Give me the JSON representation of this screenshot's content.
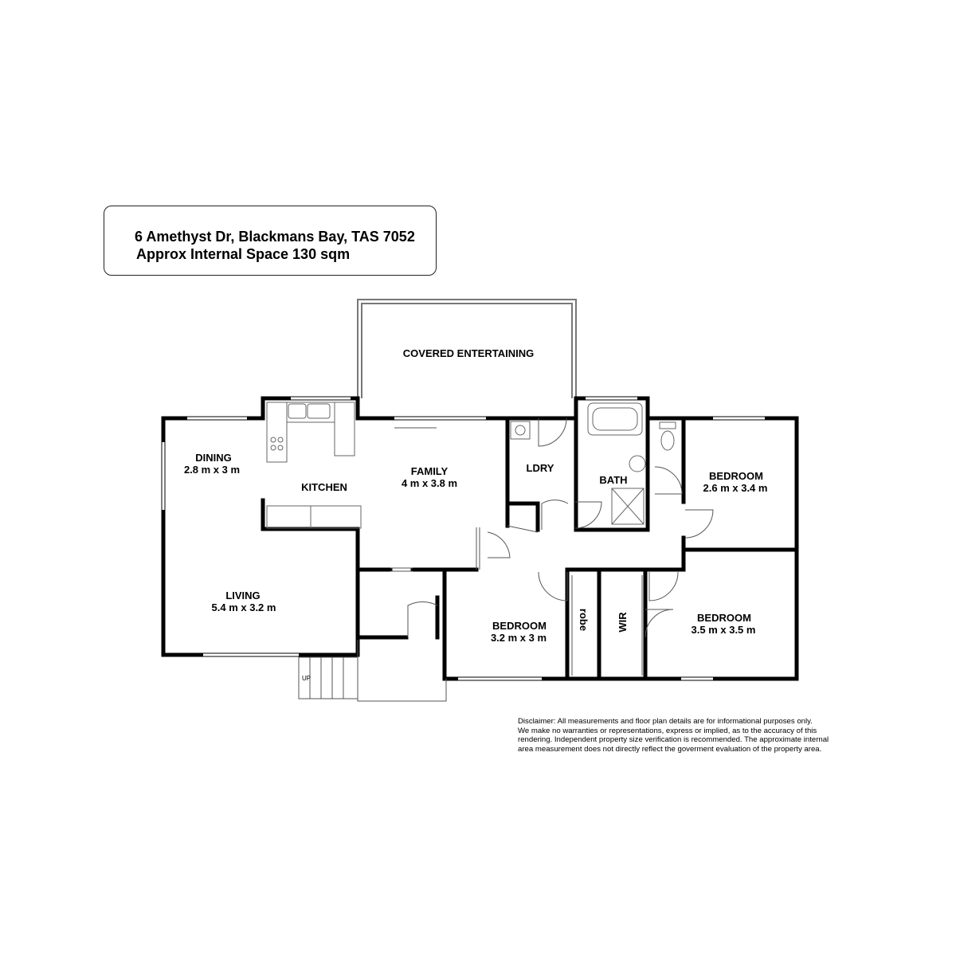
{
  "header": {
    "address": "6 Amethyst Dr, Blackmans Bay, TAS 7052",
    "area": "Approx Internal Space 130 sqm"
  },
  "rooms": {
    "covered_entertaining": "COVERED ENTERTAINING",
    "dining": {
      "name": "DINING",
      "size": "2.8 m x 3 m"
    },
    "kitchen": {
      "name": "KITCHEN"
    },
    "family": {
      "name": "FAMILY",
      "size": "4 m x 3.8 m"
    },
    "laundry": {
      "name": "LDRY"
    },
    "bath": {
      "name": "BATH"
    },
    "bedroom_ne": {
      "name": "BEDROOM",
      "size": "2.6 m x 3.4 m"
    },
    "living": {
      "name": "LIVING",
      "size": "5.4 m x 3.2 m"
    },
    "bedroom_s": {
      "name": "BEDROOM",
      "size": "3.2 m x 3 m"
    },
    "robe": "robe",
    "wir": "WIR",
    "bedroom_se": {
      "name": "BEDROOM",
      "size": "3.5 m x 3.5 m"
    },
    "stairs": "UP"
  },
  "disclaimer": "Disclaimer: All measurements and floor plan details are for informational purposes only.\n We  make no warranties or representations, express or implied, as to the accuracy of this\nrendering. Independent property size verification is recommended. The approximate internal\narea measurement does not directly reflect the goverment evaluation of the property area."
}
